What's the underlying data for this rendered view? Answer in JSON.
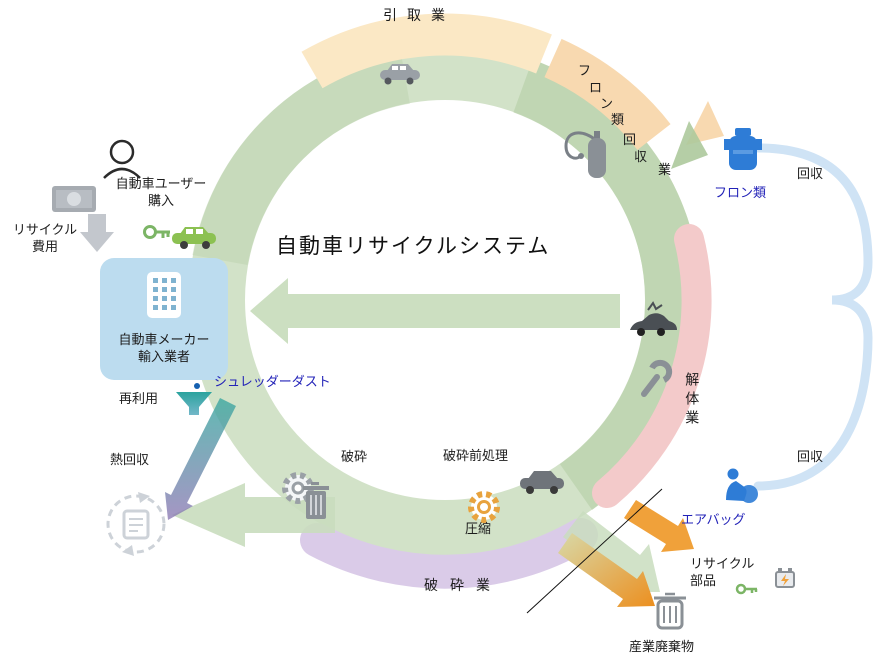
{
  "title": "自動車リサイクルシステム",
  "colors": {
    "accent_blue": "#2323b8",
    "ring_green": "#c7dbba",
    "arc_cream": "#fbe8c5",
    "arc_peach": "#f8d9b0",
    "arc_pink": "#f3caca",
    "arc_purple": "#dacbe8",
    "arrow_orange": "#f0a13a",
    "maker_box_blue": "#bcdcef"
  },
  "labels": {
    "pickup_business": "引取業",
    "freon_recovery_business": "フロン類回収業",
    "freon": "フロン類",
    "recovery_top": "回収",
    "recovery_bottom": "回収",
    "dismantling_business": "解体業",
    "airbag": "エアバッグ",
    "recycle_parts_1": "リサイクル",
    "recycle_parts_2": "部品",
    "industrial_waste": "産業廃棄物",
    "shredding_business": "破砕業",
    "compression": "圧縮",
    "pre_shredding": "破砕前処理",
    "shredding": "破砕",
    "shredder_dust": "シュレッダーダスト",
    "reuse": "再利用",
    "heat_recovery": "熱回収",
    "user_1": "自動車ユーザー",
    "user_2": "購入",
    "fee_1": "リサイクル",
    "fee_2": "費用",
    "maker_1": "自動車メーカー",
    "maker_2": "輸入業者"
  }
}
